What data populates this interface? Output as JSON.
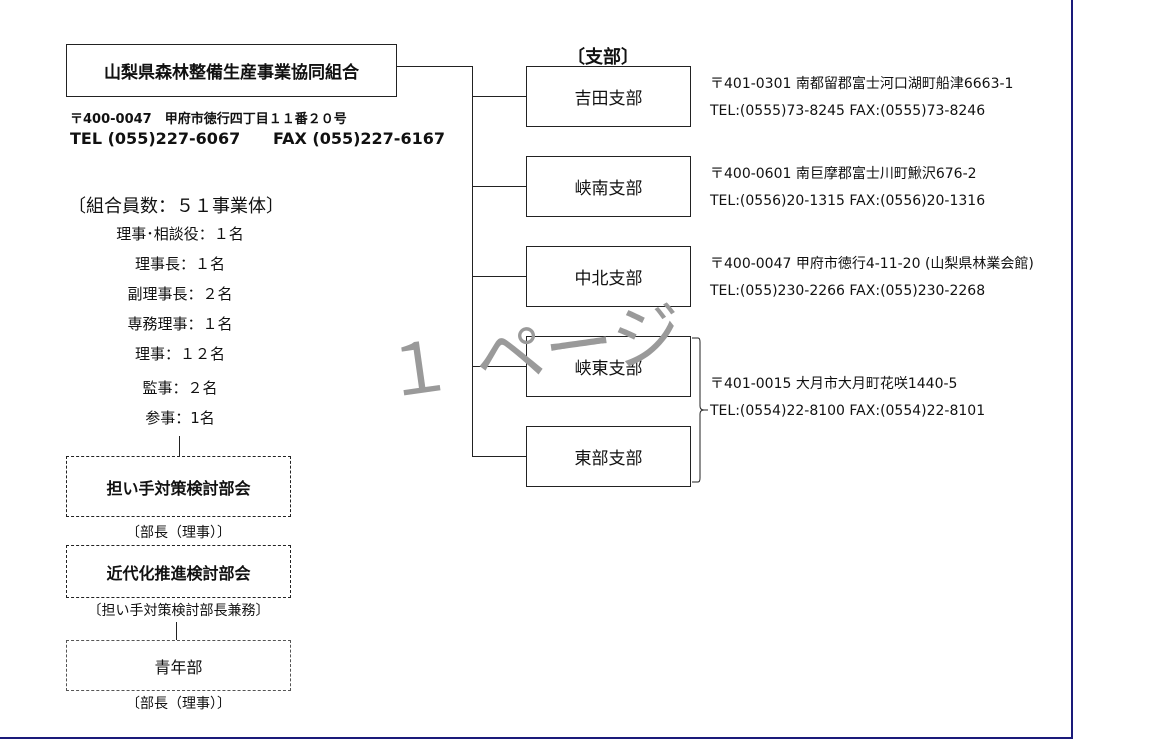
{
  "org": {
    "name": "山梨県森林整備生産事業協同組合",
    "address": "〒400-0047　甲府市徳行四丁目１１番２０号",
    "tel": "TEL (055)227-6067",
    "fax": "FAX (055)227-6167"
  },
  "members": {
    "heading": "〔組合員数：５１事業体〕",
    "roles": [
      "理事･相談役：１名",
      "理事長：１名",
      "副理事長：２名",
      "専務理事：１名",
      "理事：１２名",
      "監事：２名",
      "参事：1名"
    ]
  },
  "committees": [
    {
      "name": "担い手対策検討部会",
      "note": "〔部長（理事）〕"
    },
    {
      "name": "近代化推進検討部会",
      "note": "〔担い手対策検討部長兼務〕"
    },
    {
      "name": "青年部",
      "note": "〔部長（理事）〕"
    }
  ],
  "branches_heading": "〔支部〕",
  "branches": [
    {
      "name": "吉田支部",
      "address": "〒401-0301 南都留郡富士河口湖町船津6663-1",
      "contact": "TEL:(0555)73-8245  FAX:(0555)73-8246"
    },
    {
      "name": "峡南支部",
      "address": "〒400-0601 南巨摩郡富士川町鰍沢676-2",
      "contact": "TEL:(0556)20-1315  FAX:(0556)20-1316"
    },
    {
      "name": "中北支部",
      "address": "〒400-0047 甲府市徳行4-11-20 (山梨県林業会館)",
      "contact": "TEL:(055)230-2266  FAX:(055)230-2268"
    },
    {
      "name": "峡東支部"
    },
    {
      "name": "東部支部"
    }
  ],
  "shared_branch": {
    "address": "〒401-0015 大月市大月町花咲1440-5",
    "contact": "TEL:(0554)22-8100  FAX:(0554)22-8101"
  },
  "watermark": "１ ページ"
}
